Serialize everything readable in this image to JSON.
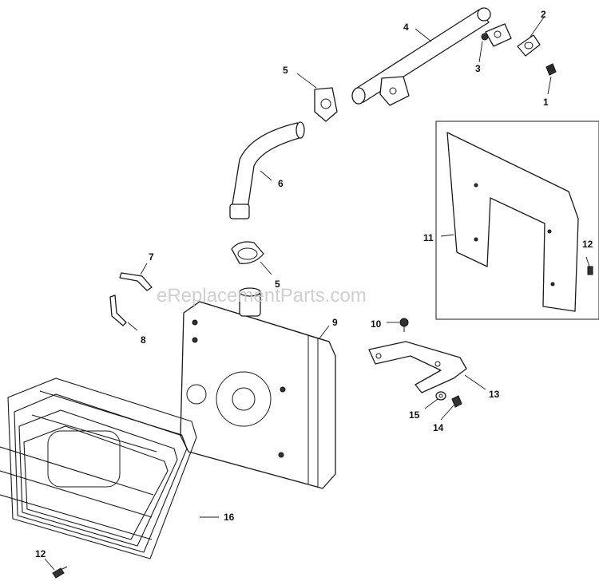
{
  "watermark": "eReplacementParts.com",
  "callouts": {
    "c1": "1",
    "c2": "2",
    "c3": "3",
    "c4": "4",
    "c5a": "5",
    "c5b": "5",
    "c6": "6",
    "c7": "7",
    "c8": "8",
    "c9": "9",
    "c10": "10",
    "c11": "11",
    "c12a": "12",
    "c12b": "12",
    "c13": "13",
    "c14": "14",
    "c15": "15",
    "c16": "16"
  }
}
